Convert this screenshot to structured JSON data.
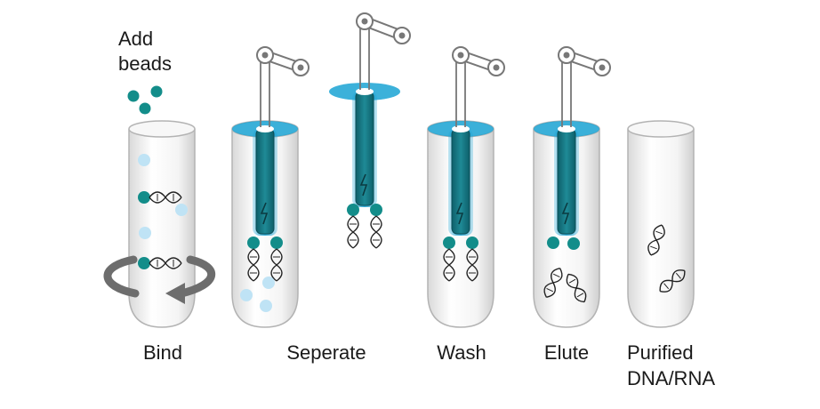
{
  "intro": {
    "line1": "Add",
    "line2": "beads"
  },
  "steps": [
    {
      "label": "Bind"
    },
    {
      "label": "Seperate"
    },
    {
      "label": "Wash"
    },
    {
      "label": "Elute"
    },
    {
      "label_line1": "Purified",
      "label_line2": "DNA/RNA"
    }
  ],
  "colors": {
    "bead": "#138d8a",
    "light_bead": "#bfe3f5",
    "magnet": "#1f8a96",
    "magnet_glow": "#1aa3d4",
    "tube": "#f2f2f2",
    "tube_stroke": "#b3b3b3",
    "arm": "#777777",
    "text": "#1a1a1a"
  },
  "icons": [
    "magnet-rod-icon",
    "robot-arm-icon",
    "dna-helix-icon",
    "rotation-arrow-icon",
    "lightning-icon"
  ]
}
